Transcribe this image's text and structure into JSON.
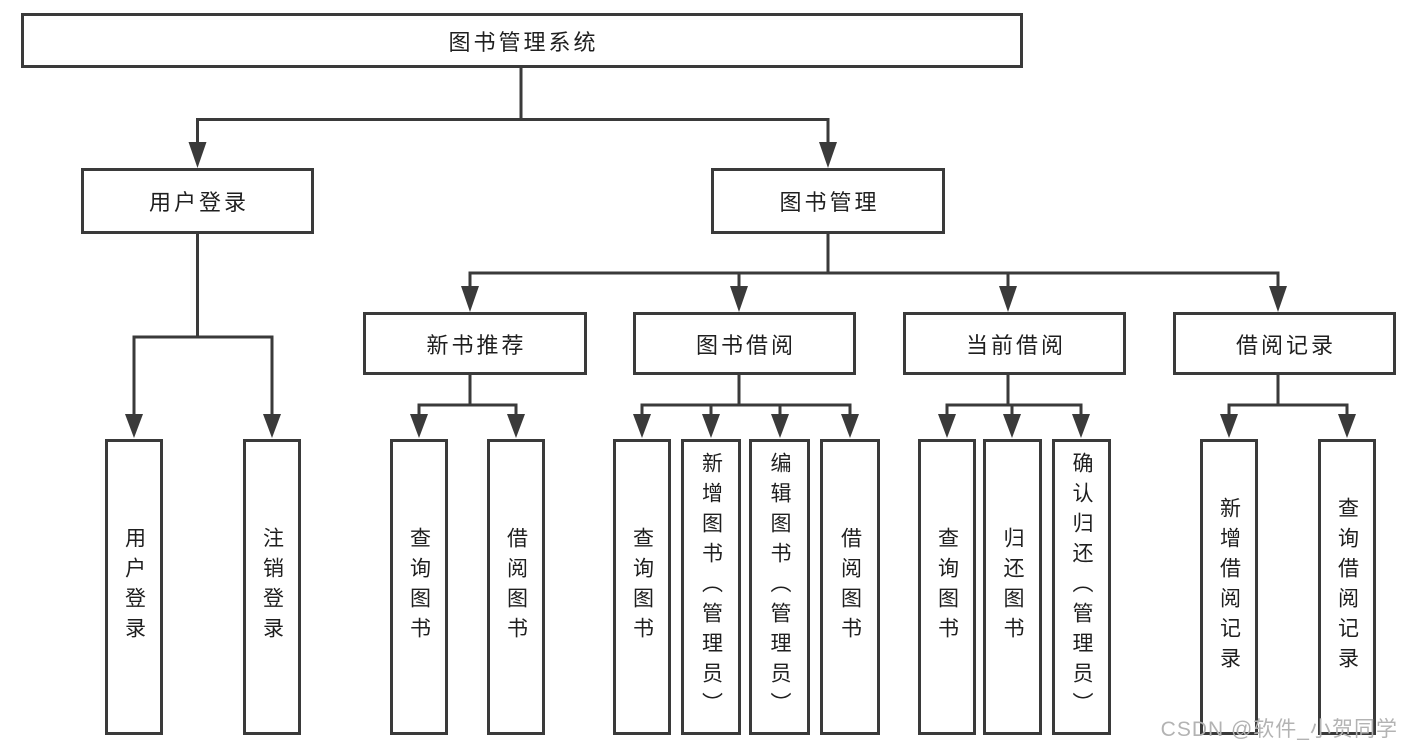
{
  "colors": {
    "line": "#3a3a3a",
    "box_border": "#3a3a3a",
    "box_fill": "#ffffff",
    "text": "#1f1f1f",
    "watermark": "#b3b3b3",
    "background": "#ffffff"
  },
  "nodes": {
    "root": {
      "label": "图书管理系统"
    },
    "user_login": {
      "label": "用户登录"
    },
    "book_management": {
      "label": "图书管理"
    },
    "new_book_recommend": {
      "label": "新书推荐"
    },
    "book_borrow": {
      "label": "图书借阅"
    },
    "current_borrow": {
      "label": "当前借阅"
    },
    "borrow_records": {
      "label": "借阅记录"
    },
    "leaf_user_login": {
      "label": "用户登录"
    },
    "leaf_logout": {
      "label": "注销登录"
    },
    "leaf_query_books_1": {
      "label": "查询图书"
    },
    "leaf_borrow_books_1": {
      "label": "借阅图书"
    },
    "leaf_query_books_2": {
      "label": "查询图书"
    },
    "leaf_add_books_admin": {
      "label": "新增图书（管理员）"
    },
    "leaf_edit_books_admin": {
      "label": "编辑图书（管理员）"
    },
    "leaf_borrow_books_2": {
      "label": "借阅图书"
    },
    "leaf_query_books_3": {
      "label": "查询图书"
    },
    "leaf_return_books": {
      "label": "归还图书"
    },
    "leaf_confirm_return_admin": {
      "label": "确认归还（管理员）"
    },
    "leaf_add_borrow_record": {
      "label": "新增借阅记录"
    },
    "leaf_query_borrow_record": {
      "label": "查询借阅记录"
    }
  },
  "watermark": {
    "text": "CSDN @软件_小贺同学"
  }
}
